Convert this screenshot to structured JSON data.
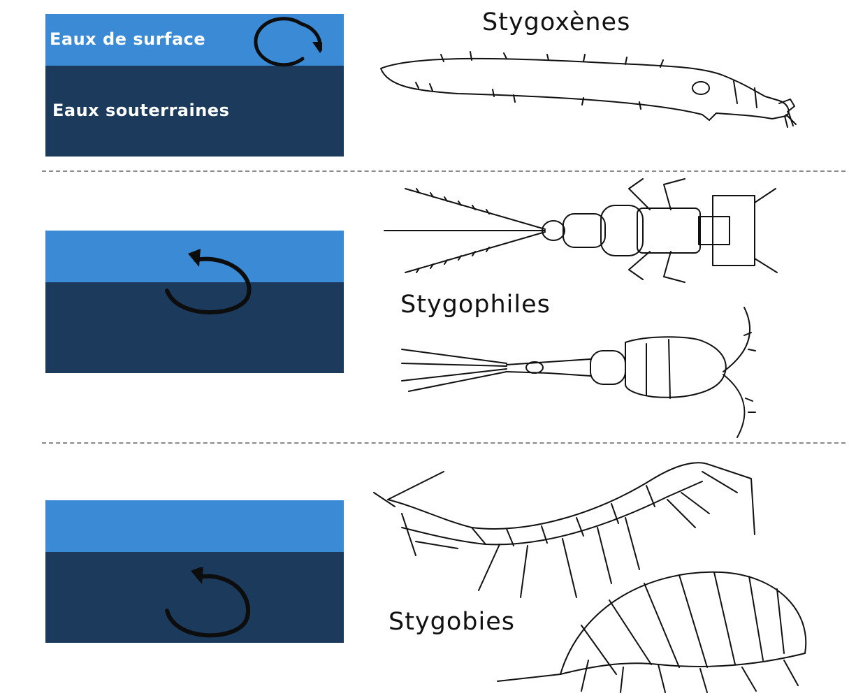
{
  "colors": {
    "surface_water": "#3a8ad6",
    "groundwater": "#1b3a5c",
    "arrow": "#0d0d0d"
  },
  "panels": [
    {
      "id": "stygoxenes",
      "surface_label": "Eaux de surface",
      "ground_label": "Eaux souterraines",
      "arrow_icon": "clockwise-arrow-icon",
      "category_label": "Stygoxènes"
    },
    {
      "id": "stygophiles",
      "surface_label": "",
      "ground_label": "",
      "arrow_icon": "counterclockwise-arrow-icon",
      "category_label": "Stygophiles"
    },
    {
      "id": "stygobies",
      "surface_label": "",
      "ground_label": "",
      "arrow_icon": "counterclockwise-arrow-icon",
      "category_label": "Stygobies"
    }
  ],
  "organisms": [
    "insect-larva-icon",
    "mayfly-nymph-icon",
    "copepod-icon",
    "amphipod-icon",
    "isopod-icon"
  ]
}
